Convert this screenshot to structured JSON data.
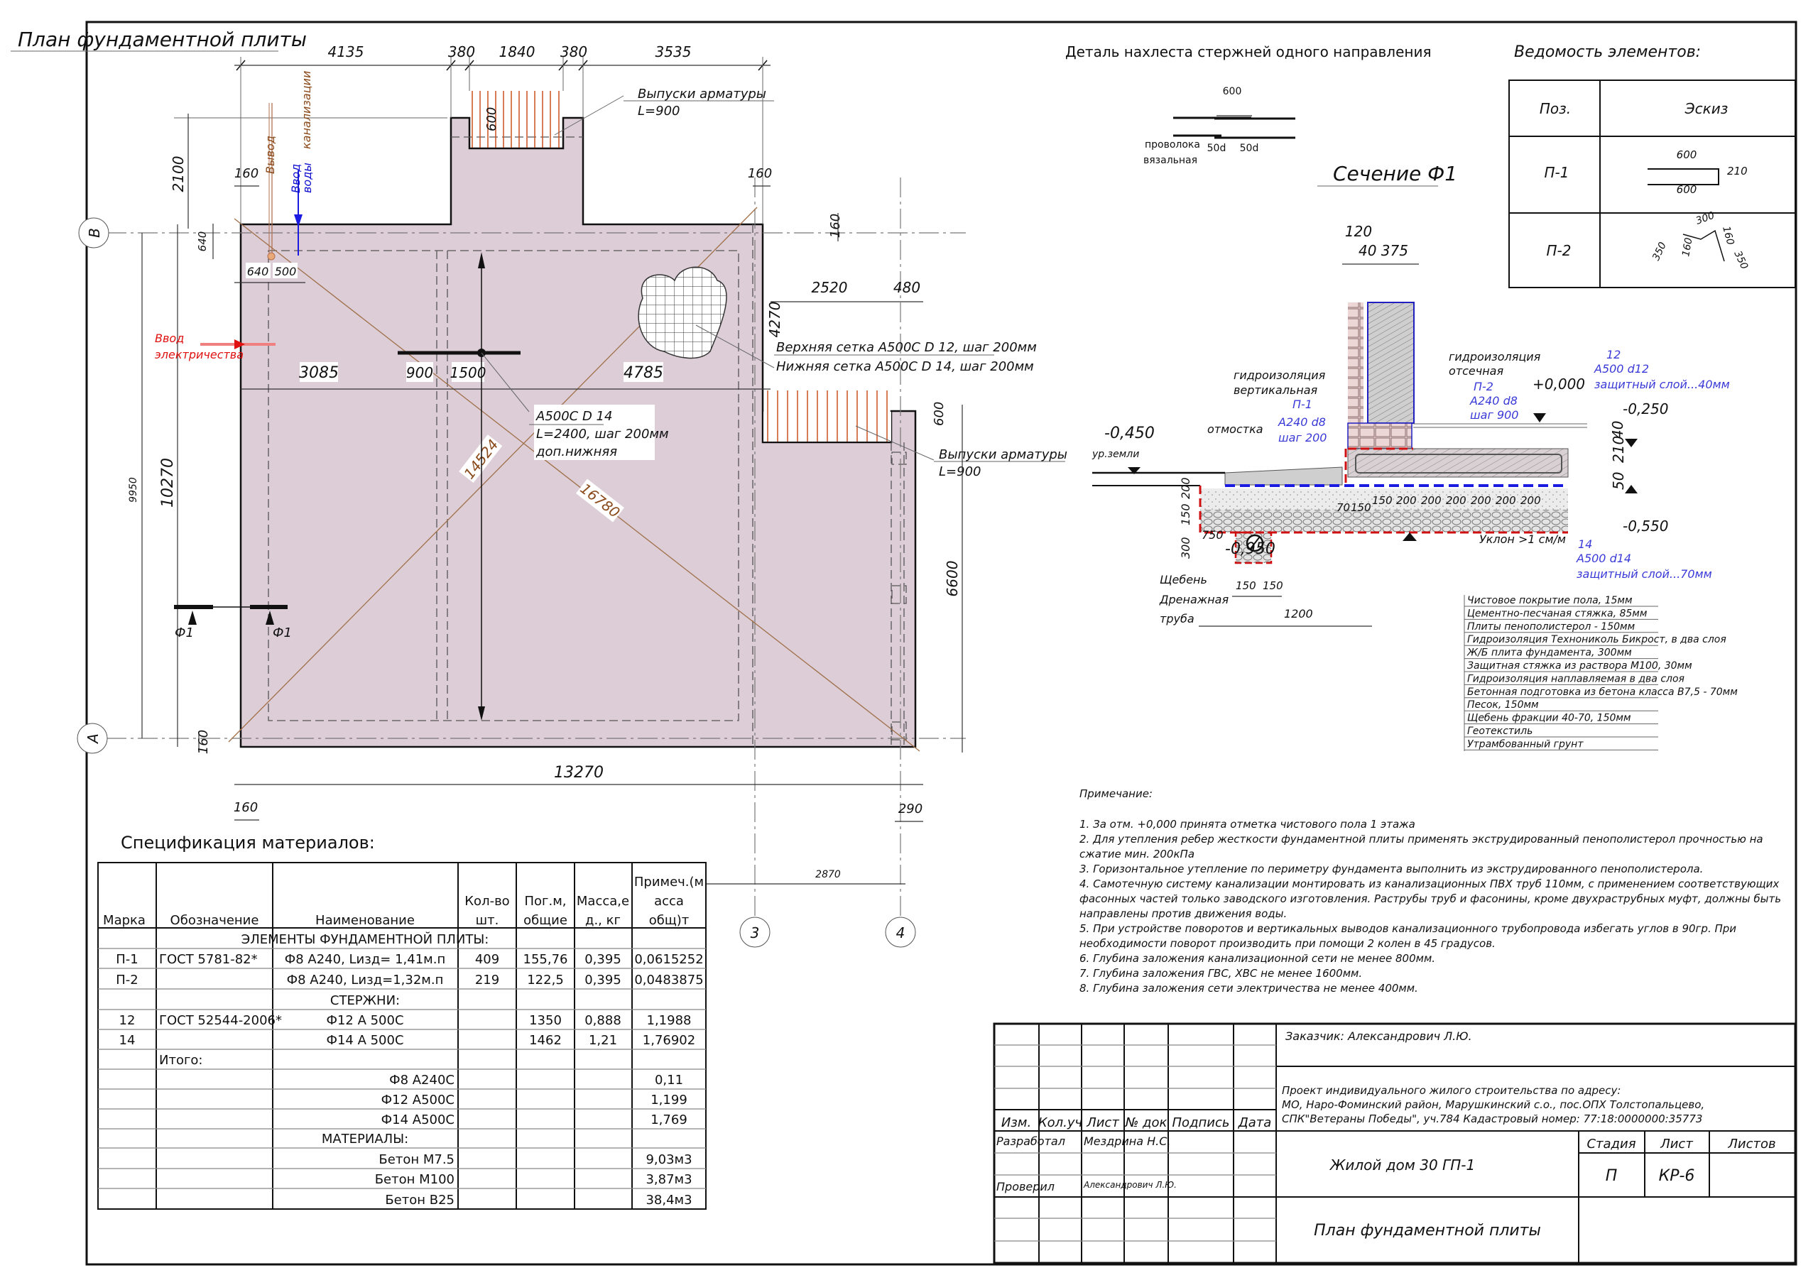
{
  "plan": {
    "title": "План фундаментной плиты",
    "dims_top": [
      "4135",
      "380",
      "1840",
      "380",
      "3535"
    ],
    "dim_2100": "2100",
    "dim_160_tl": "160",
    "dim_160_tr": "160",
    "dim_160_r": "160",
    "dim_640_v": "640",
    "dim_640_h": "640",
    "dim_500": "500",
    "dim_3085": "3085",
    "dim_900": "900",
    "dim_1500": "1500",
    "dim_4785": "4785",
    "dim_2520": "2520",
    "dim_480": "480",
    "dim_4270": "4270",
    "dim_600_tab": "600",
    "dim_600_notch": "600",
    "dim_10270": "10270",
    "dim_9950": "9950",
    "dim_6600": "6600",
    "dim_13270": "13270",
    "dim_160_bl": "160",
    "dim_160_b": "160",
    "dim_290": "290",
    "dim_2870": "2870",
    "diag_1": "14524",
    "diag_2": "16780",
    "axes": {
      "B": "В",
      "A": "А",
      "3": "3",
      "4": "4"
    },
    "section_mark": "Ф1",
    "outlets_top": {
      "line1": "Выпуски арматуры",
      "line2": "L=900"
    },
    "outlets_right": {
      "line1": "Выпуски арматуры",
      "line2": "L=900"
    },
    "sewer_out": {
      "line1": "Вывод",
      "line2": "канализации"
    },
    "water_in": {
      "line1": "Ввод",
      "line2": "воды"
    },
    "power_in": {
      "line1": "Ввод",
      "line2": "электричества"
    },
    "mesh_top": "Верхняя сетка  А500С D 12, шаг 200мм",
    "mesh_bottom": "Нижняя сетка А500С D 14, шаг 200мм",
    "extra_rebar": {
      "line1": "А500С D 14",
      "line2": "L=2400, шаг 200мм",
      "line3": "доп.нижняя"
    }
  },
  "lap_detail": {
    "title": "Деталь нахлеста стержней одного направления",
    "dim_600": "600",
    "dim_50a": "50d",
    "dim_50b": "50d",
    "wire": {
      "line1": "проволока",
      "line2": "вязальная"
    }
  },
  "section": {
    "title": "Сечение Ф1",
    "dim_120": "120",
    "dim_40_375": "40 375",
    "level_m0450": "-0,450",
    "ground_level": "ур.земли",
    "otmostka": "отмостка",
    "vert_waterproof": {
      "line1": "гидроизоляция",
      "line2": "вертикальная"
    },
    "p1": {
      "line1": "П-1",
      "line2": "А240 d8",
      "line3": "шаг 200"
    },
    "cut_waterproof": {
      "line1": "гидроизоляция",
      "line2": "отсечная"
    },
    "p2": {
      "line1": "П-2",
      "line2": "А240 d8",
      "line3": "шаг 900"
    },
    "level_0000": "+0,000",
    "bar12": {
      "line1": "12",
      "line2": "А500 d12",
      "line3": "защитный слой...40мм"
    },
    "level_m0250": "-0,250",
    "dim_40": "40",
    "dim_210": "210",
    "dim_50": "50",
    "level_m0550": "-0,550",
    "bar14": {
      "line1": "14",
      "line2": "А500 d14",
      "line3": "защитный слой...70мм"
    },
    "slope": "Уклон >1 см/м",
    "level_m0950": "-0,950",
    "dim_750": "750",
    "dim_200": "200",
    "dim_150": "150",
    "dim_300": "300",
    "bottom_dims": [
      "70",
      "150",
      "150",
      "200",
      "200",
      "200",
      "200",
      "200",
      "200"
    ],
    "gravel": "Щебень",
    "drain": {
      "line1": "Дренажная",
      "line2": "труба"
    },
    "dim_150a": "150",
    "dim_150b": "150",
    "dim_1200": "1200",
    "layers": [
      "Чистовое покрытие пола, 15мм",
      "Цементно-песчаная стяжка, 85мм",
      "Плиты пенополистерол - 150мм",
      "Гидроизоляция Технониколь Бикрост, в два слоя",
      "Ж/Б плита фундамента, 300мм",
      "Защитная стяжка из раствора М100, 30мм",
      "Гидроизоляция наплавляемая в два слоя",
      "Бетонная подготовка из бетона класса В7,5 - 70мм",
      "Песок, 150мм",
      "Щебень фракции 40-70, 150мм",
      "Геотекстиль",
      "Утрамбованный грунт"
    ]
  },
  "elements": {
    "title": "Ведомость элементов:",
    "headers": [
      "Поз.",
      "Эскиз"
    ],
    "p1": {
      "pos": "П-1",
      "top": "600",
      "side": "210",
      "bottom": "600"
    },
    "p2": {
      "pos": "П-2",
      "a": "350",
      "b": "160",
      "c": "300",
      "d": "160",
      "e": "350"
    }
  },
  "spec": {
    "title": "Спецификация материалов:",
    "headers": [
      "Марка",
      "Обозначение",
      "Наименование",
      "Кол-во шт.",
      "Пог.м, общие",
      "Масса,ед., кг",
      "Примеч.(масса общ)т"
    ],
    "header_lines": {
      "qty": [
        "Кол-во",
        "шт."
      ],
      "len": [
        "Пог.м,",
        "общие"
      ],
      "mass": [
        "Масса,е",
        "д., кг"
      ],
      "note": [
        "Примеч.(м",
        "асса",
        "общ)т"
      ]
    },
    "rows": [
      {
        "type": "section",
        "name": "ЭЛЕМЕНТЫ ФУНДАМЕНТНОЙ ПЛИТЫ:"
      },
      {
        "mark": "П-1",
        "code": "ГОСТ 5781-82*",
        "name": "Ф8  А240, Lизд= 1,41м.п",
        "qty": "409",
        "len": "155,76",
        "mass": "0,395",
        "total": "0,0615252"
      },
      {
        "mark": "П-2",
        "code": "",
        "name": "Ф8  А240, Lизд=1,32м.п",
        "qty": "219",
        "len": "122,5",
        "mass": "0,395",
        "total": "0,0483875"
      },
      {
        "type": "section",
        "name": "СТЕРЖНИ:"
      },
      {
        "mark": "12",
        "code": "ГОСТ 52544-2006*",
        "name": "Ф12  А 500С",
        "qty": "",
        "len": "1350",
        "mass": "0,888",
        "total": "1,1988"
      },
      {
        "mark": "14",
        "code": "",
        "name": "Ф14  А 500С",
        "qty": "",
        "len": "1462",
        "mass": "1,21",
        "total": "1,76902"
      },
      {
        "type": "subtotal",
        "code": "Итого:"
      },
      {
        "name": "Ф8  А240С",
        "total": "0,11"
      },
      {
        "name": "Ф12  А500С",
        "total": "1,199"
      },
      {
        "name": "Ф14  А500С",
        "total": "1,769"
      },
      {
        "type": "section",
        "name": "МАТЕРИАЛЫ:"
      },
      {
        "name": "Бетон М7.5",
        "total": "9,03м3"
      },
      {
        "name": "Бетон М100",
        "total": "3,87м3"
      },
      {
        "name": "Бетон В25",
        "total": "38,4м3"
      }
    ]
  },
  "notes": {
    "title": "Примечание:",
    "lines": [
      "1. За отм. +0,000 принята отметка чистового пола 1 этажа",
      "2. Для утепления ребер жесткости фундаментной плиты применять экструдированный пенополистерол прочностью на",
      "сжатие мин. 200кПа",
      "3. Горизонтальное утепление по периметру фундамента выполнить из экструдированного пенополистерола.",
      "4. Самотечную систему канализации монтировать из канализационных ПВХ труб 110мм, с применением соответствующих",
      "фасонных частей только заводского изготовления. Раструбы труб и фасонины, кроме двухраструбных муфт, должны быть",
      "направлены против движения воды.",
      "5. При устройстве поворотов и вертикальных выводов канализационного трубопровода избегать углов в 90гр. При",
      "необходимости поворот производить при помощи 2 колен в 45 градусов.",
      "6. Глубина заложения  канализационной сети не менее 800мм.",
      "7. Глубина заложения ГВС, ХВС не менее 1600мм.",
      "8. Глубина заложения  сети электричества не менее 400мм."
    ]
  },
  "title_block": {
    "customer": "Заказчик: Александрович Л.Ю.",
    "address": [
      "Проект индивидуального жилого строительства по адресу:",
      " МО, Наро-Фоминский район, Марушкинский с.о., пос.ОПХ Толстопальцево,",
      "СПК\"Ветераны Победы\", уч.784  Кадастровый номер: 77:18:0000000:35773"
    ],
    "col_headers": [
      "Изм.",
      "Кол.уч",
      "Лист",
      "№ док",
      "Подпись",
      "Дата"
    ],
    "developed_label": "Разработал",
    "developed_name": "Мездрина Н.С.",
    "checked_label": "Проверил",
    "checked_name": "Александрович Л.Ю.",
    "object": "Жилой дом  30 ГП-1",
    "stage_label": "Стадия",
    "sheet_label": "Лист",
    "sheets_label": "Листов",
    "stage": "П",
    "sheet": "КР-6",
    "sheets": "",
    "drawing_name": "План фундаментной плиты"
  },
  "colors": {
    "slab": "#dccdd6",
    "rebar": "#c8501e",
    "water": "#1a1ae0",
    "power": "#e01010",
    "diag": "#a0704a"
  }
}
